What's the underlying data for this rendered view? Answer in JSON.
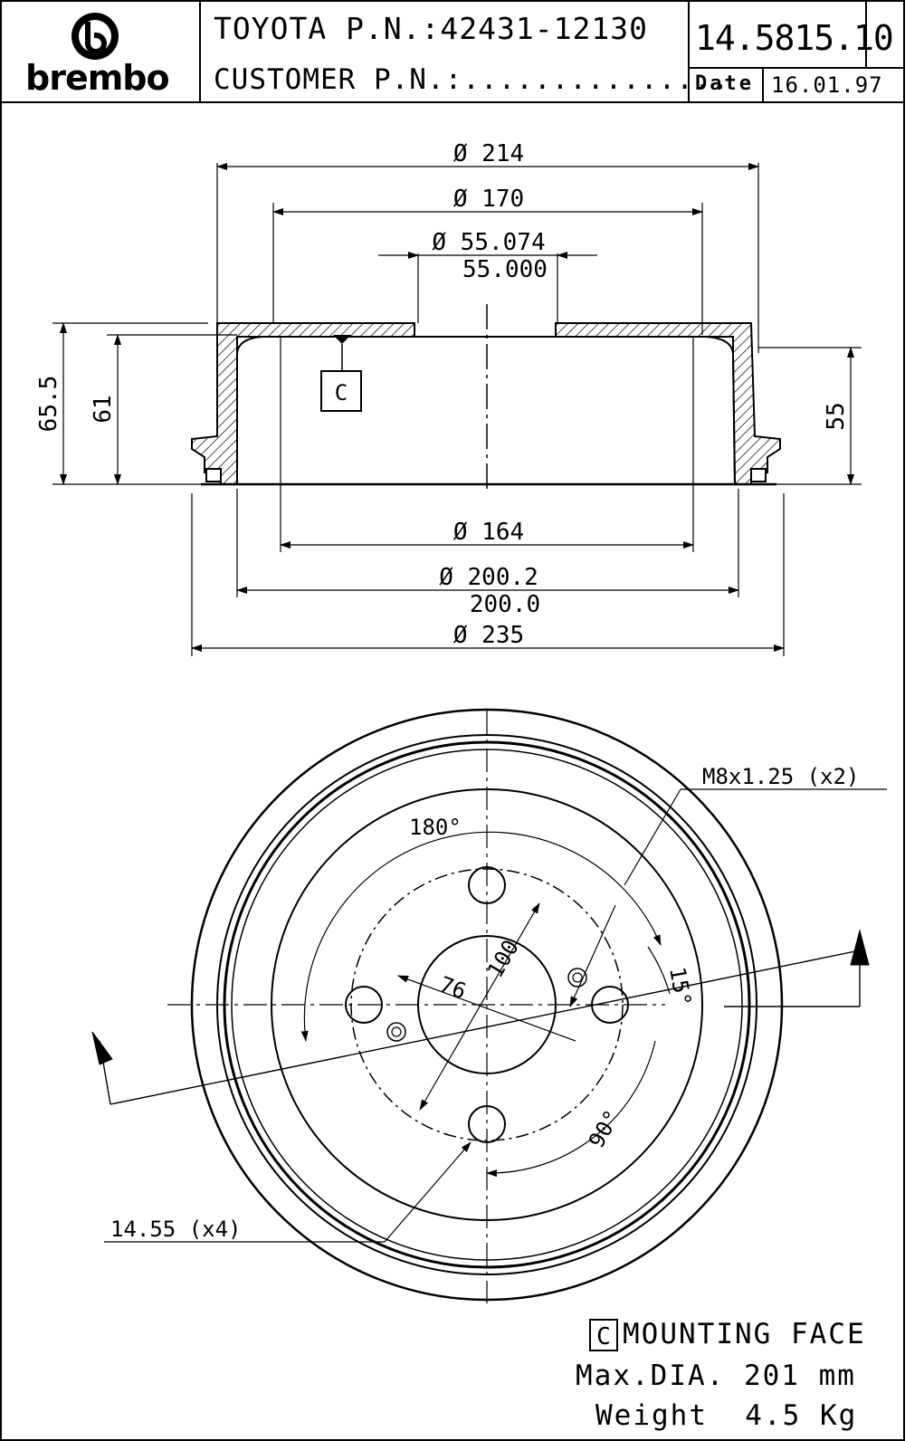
{
  "header": {
    "brand": "brembo",
    "oem_line": "TOYOTA P.N.:42431-12130",
    "customer_line": "CUSTOMER P.N.:...............",
    "part_number": "14.5815.10",
    "date_label": "Date",
    "date_value": "16.01.97"
  },
  "section_view": {
    "d_outer_top": "Ø 214",
    "d_inner_top": "Ø 170",
    "d_center_max": "Ø 55.074",
    "d_center_min": "55.000",
    "h_total": "65.5",
    "h_mid": "61",
    "h_depth": "55",
    "d_bottom_inner": "Ø 164",
    "d_braking_max": "Ø 200.2",
    "d_braking_min": "200.0",
    "d_overall": "Ø 235",
    "datum_c": "C"
  },
  "front_view": {
    "thread_label": "M8x1.25 (x2)",
    "angle_180": "180°",
    "angle_15": "15°",
    "angle_90": "90°",
    "pcd_100": "100",
    "d_76": "76",
    "holes_label": "14.55 (x4)"
  },
  "footer": {
    "datum_box": "C",
    "mounting_face": "MOUNTING FACE",
    "max_dia": "Max.DIA. 201 mm",
    "weight": "Weight  4.5 Kg"
  }
}
